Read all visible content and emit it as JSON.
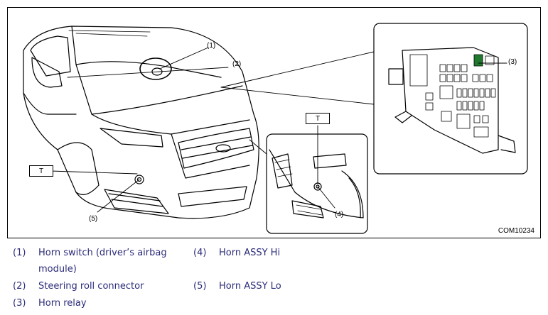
{
  "figure": {
    "code": "COM10234",
    "t_label": "T",
    "callouts": {
      "c1": "(1)",
      "c2": "(2)",
      "c3": "(3)",
      "c4": "(4)",
      "c5": "(5)"
    }
  },
  "legend": [
    {
      "num": "(1)",
      "text": "Horn switch (driver’s airbag module)"
    },
    {
      "num": "(2)",
      "text": "Steering roll connector"
    },
    {
      "num": "(3)",
      "text": "Horn relay"
    },
    {
      "num": "(4)",
      "text": "Horn ASSY Hi"
    },
    {
      "num": "(5)",
      "text": "Horn ASSY Lo"
    }
  ],
  "colors": {
    "relay_highlight": "#1f7a2e",
    "legend_text": "#2b2b7a"
  }
}
